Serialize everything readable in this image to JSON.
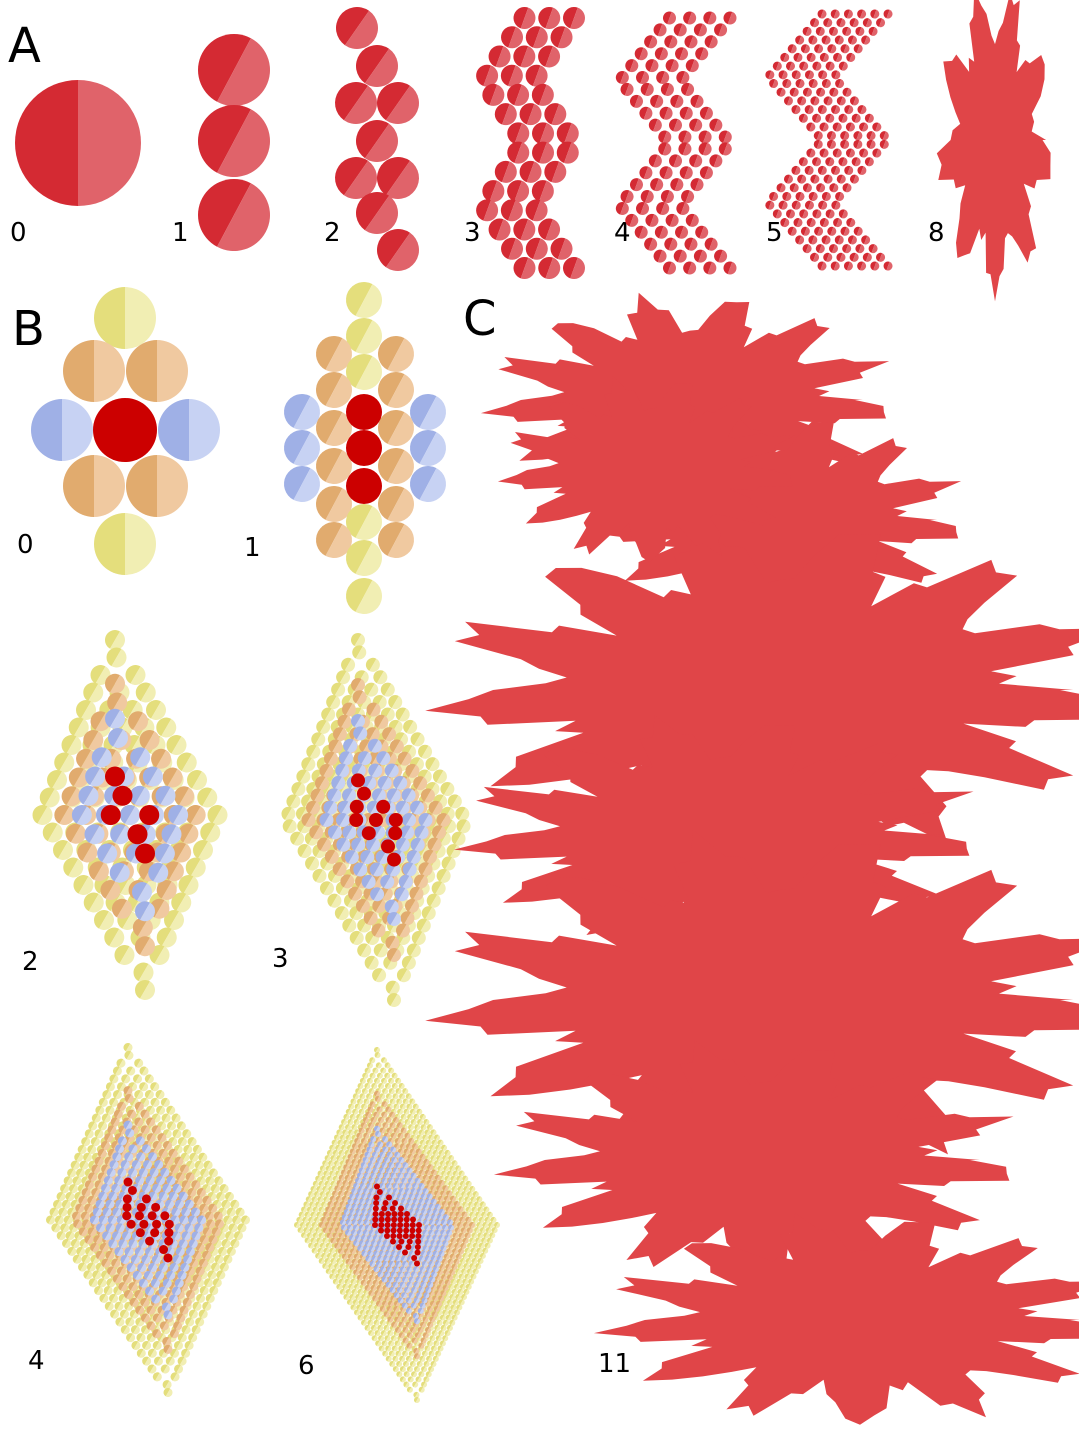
{
  "panels": [
    {
      "letter": "A",
      "items": [
        {
          "label": "0",
          "iteration": 0
        },
        {
          "label": "1",
          "iteration": 1
        },
        {
          "label": "2",
          "iteration": 2
        },
        {
          "label": "3",
          "iteration": 3
        },
        {
          "label": "4",
          "iteration": 4
        },
        {
          "label": "5",
          "iteration": 5
        },
        {
          "label": "8",
          "iteration": 8
        }
      ]
    },
    {
      "letter": "B",
      "items": [
        {
          "label": "0",
          "iteration": 0
        },
        {
          "label": "1",
          "iteration": 1
        },
        {
          "label": "2",
          "iteration": 2
        },
        {
          "label": "3",
          "iteration": 3
        },
        {
          "label": "4",
          "iteration": 4
        },
        {
          "label": "6",
          "iteration": 6
        }
      ]
    },
    {
      "letter": "C",
      "items": [
        {
          "label": "11",
          "iteration": 11
        }
      ]
    }
  ],
  "colors": {
    "red_dark": "#d42a33",
    "red_light": "#e0636a",
    "red_solid": "#cc0000",
    "orange_dark": "#e1ab6e",
    "orange_light": "#f0c9a0",
    "yellow_dark": "#e4de7c",
    "yellow_light": "#f1eeb3",
    "blue_dark": "#9fb0e6",
    "blue_light": "#c7d2f3",
    "fractal_fill": "#e04548"
  }
}
